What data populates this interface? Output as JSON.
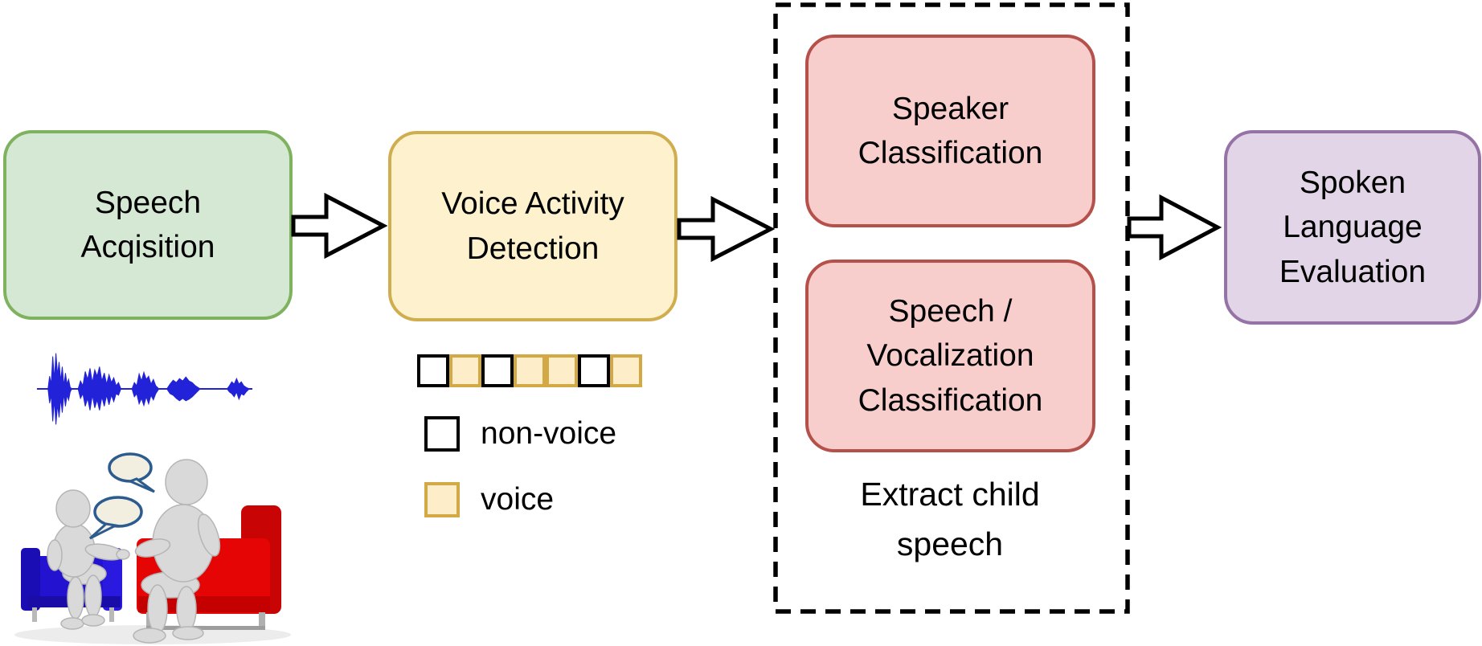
{
  "diagram": {
    "nodes": {
      "speech_acquisition": {
        "label": "Speech\nAcqisition",
        "fill": "#d5e8d4",
        "border": "#7fb25e"
      },
      "voice_activity_detection": {
        "label": "Voice Activity\nDetection",
        "fill": "#fdf1ce",
        "border": "#d0ae50"
      },
      "speaker_classification": {
        "label": "Speaker\nClassification",
        "fill": "#f8cecc",
        "border": "#b5504b"
      },
      "speech_vocalization_classification": {
        "label": "Speech /\nVocalization\nClassification",
        "fill": "#f8cecc",
        "border": "#b5504b"
      },
      "spoken_language_evaluation": {
        "label": "Spoken\nLanguage\nEvaluation",
        "fill": "#e1d5e7",
        "border": "#9673a6"
      }
    },
    "dashed_group": {
      "caption": "Extract child\nspeech"
    },
    "vad_strip": {
      "segments": [
        "non-voice",
        "voice",
        "non-voice",
        "voice",
        "voice",
        "non-voice",
        "voice"
      ],
      "colors": {
        "voice_fill": "#fdeec9",
        "voice_border": "#d2a945",
        "non_voice_fill": "#ffffff",
        "non_voice_border": "#000000"
      }
    },
    "legend": [
      {
        "type": "non-voice",
        "label": "non-voice"
      },
      {
        "type": "voice",
        "label": "voice"
      }
    ],
    "illustrations": {
      "waveform_color": "#2222d8",
      "left_chair_color": "#2312cf",
      "right_chair_color": "#e60505"
    }
  }
}
